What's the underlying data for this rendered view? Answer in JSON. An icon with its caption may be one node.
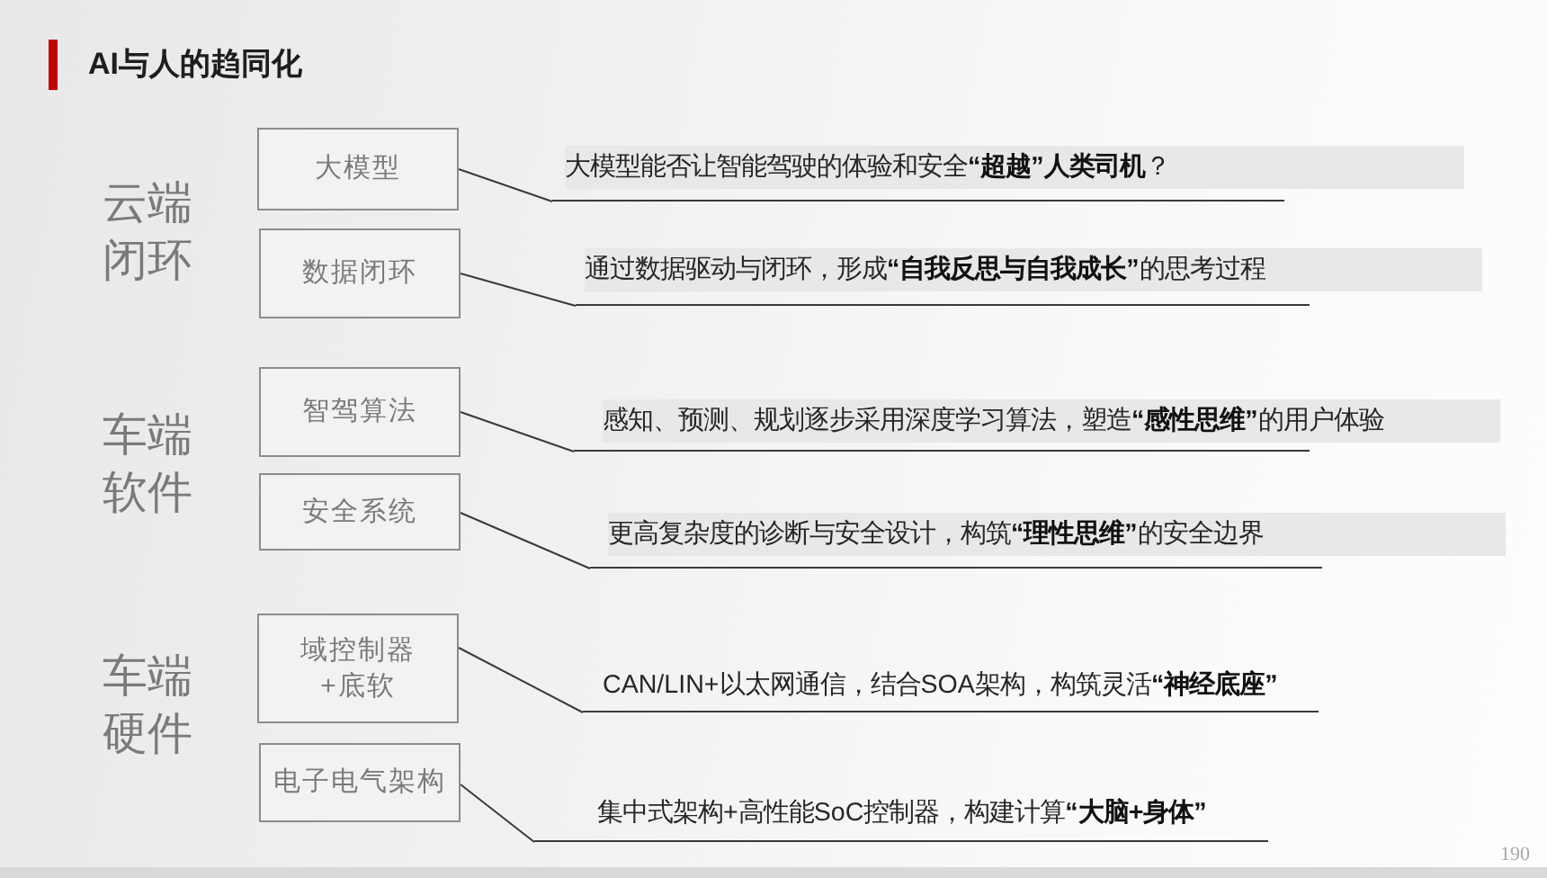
{
  "diagram": {
    "title": "AI与人的趋同化",
    "nodes": [
      {
        "text": [
          "大模型"
        ]
      },
      {
        "text": [
          "大模型能否让智能驾驶的体验和安全**“超越”人类司机**？"
        ]
      },
      {
        "text": [
          "数据闭环"
        ]
      },
      {
        "text": [
          "通过数据驱动与闭环，形成**“自我反思与自我成长”**的思考过程"
        ]
      },
      {
        "text": [
          "智驾算法"
        ]
      },
      {
        "text": [
          "感知、预测、规划逐步采用深度学习算法，塑造**“感性思维”**的用户体验"
        ]
      },
      {
        "text": [
          "安全系统"
        ]
      },
      {
        "text": [
          "更高复杂度的诊断与安全设计，构筑**“理性思维”**的安全边界"
        ]
      },
      {
        "text": [
          "域控制器+底软"
        ]
      },
      {
        "text": [
          "CAN/LIN+以太网通信，结合SOA架构，构筑灵活**“神经底座”**"
        ]
      },
      {
        "text": [
          "电子电气架构"
        ]
      },
      {
        "text": [
          "集中式架构+高性能SoC控制器，构建计算**“大脑+身体”**"
        ]
      }
    ],
    "edges": [
      {
        "from": 0,
        "to": 1,
        "arrow": "none"
      },
      {
        "from": 2,
        "to": 3,
        "arrow": "none"
      },
      {
        "from": 4,
        "to": 5,
        "arrow": "none"
      },
      {
        "from": 6,
        "to": 7,
        "arrow": "none"
      },
      {
        "from": 8,
        "to": 9,
        "arrow": "none"
      },
      {
        "from": 10,
        "to": 11,
        "arrow": "none"
      }
    ],
    "labels": [
      "云端闭环",
      "车端软件",
      "车端硬件",
      "190"
    ]
  }
}
